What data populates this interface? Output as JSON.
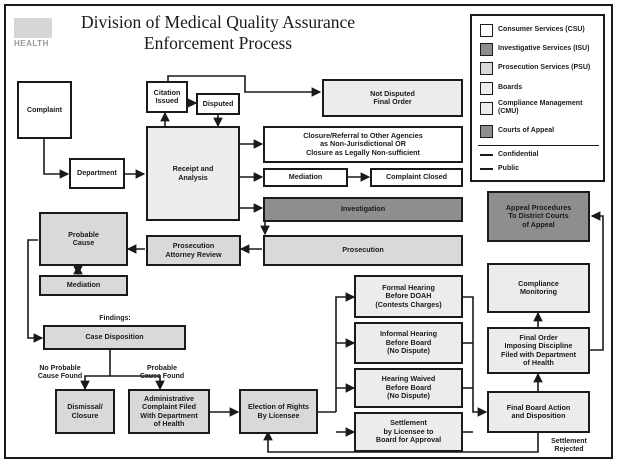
{
  "header": {
    "title": "Division of Medical Quality Assurance\nEnforcement Process",
    "logo_text": "HEALTH"
  },
  "legend": {
    "items": [
      {
        "label": "Consumer Services (CSU)",
        "swatch": "#ffffff"
      },
      {
        "label": "Investigative Services (ISU)",
        "swatch": "#8e8e8e"
      },
      {
        "label": "Prosecution Services (PSU)",
        "swatch": "#d9d9d9"
      },
      {
        "label": "Boards",
        "swatch": "#ececec"
      },
      {
        "label": "Compliance Management\n(CMU)",
        "swatch": "#ececec"
      },
      {
        "label": "Courts of Appeal",
        "swatch": "#8e8e8e"
      }
    ],
    "lines": [
      {
        "label": "Confidential"
      },
      {
        "label": "Public"
      }
    ]
  },
  "nodes": {
    "complaint": "Complaint",
    "citation_issued": "Citation\nIssued",
    "disputed": "Disputed",
    "not_disputed": "Not Disputed\nFinal Order",
    "department": "Department",
    "receipt": "Receipt and\nAnalysis",
    "closure_referral": "Closure/Referral to Other Agencies\nas Non-Jurisdictional OR\nClosure as Legally Non-sufficient",
    "mediation_top": "Mediation",
    "complaint_closed": "Complaint Closed",
    "investigation": "Investigation",
    "probable_cause": "Probable\nCause",
    "prosecution_review": "Prosecution\nAttorney Review",
    "prosecution": "Prosecution",
    "mediation_left": "Mediation",
    "case_disposition": "Case Disposition",
    "dismissal": "Dismissal/\nClosure",
    "admin_complaint": "Administrative\nComplaint Filed\nWith Department\nof Health",
    "election": "Election of Rights\nBy Licensee",
    "formal_hearing": "Formal Hearing\nBefore DOAH\n(Contests Charges)",
    "informal_hearing": "Informal Hearing\nBefore Board\n(No Dispute)",
    "hearing_waived": "Hearing Waived\nBefore Board\n(No Dispute)",
    "settlement": "Settlement\nby Licensee to\nBoard for Approval",
    "final_board": "Final Board Action\nand Disposition",
    "final_order": "Final Order\nImposing Discipline\nFiled with Department\nof Health",
    "compliance": "Compliance\nMonitoring",
    "appeal": "Appeal Procedures\nTo District Courts\nof Appeal"
  },
  "labels": {
    "findings": "Findings:",
    "no_probable": "No Probable\nCause Found",
    "probable_found": "Probable\nCause Found",
    "settlement_rejected": "Settlement\nRejected"
  }
}
